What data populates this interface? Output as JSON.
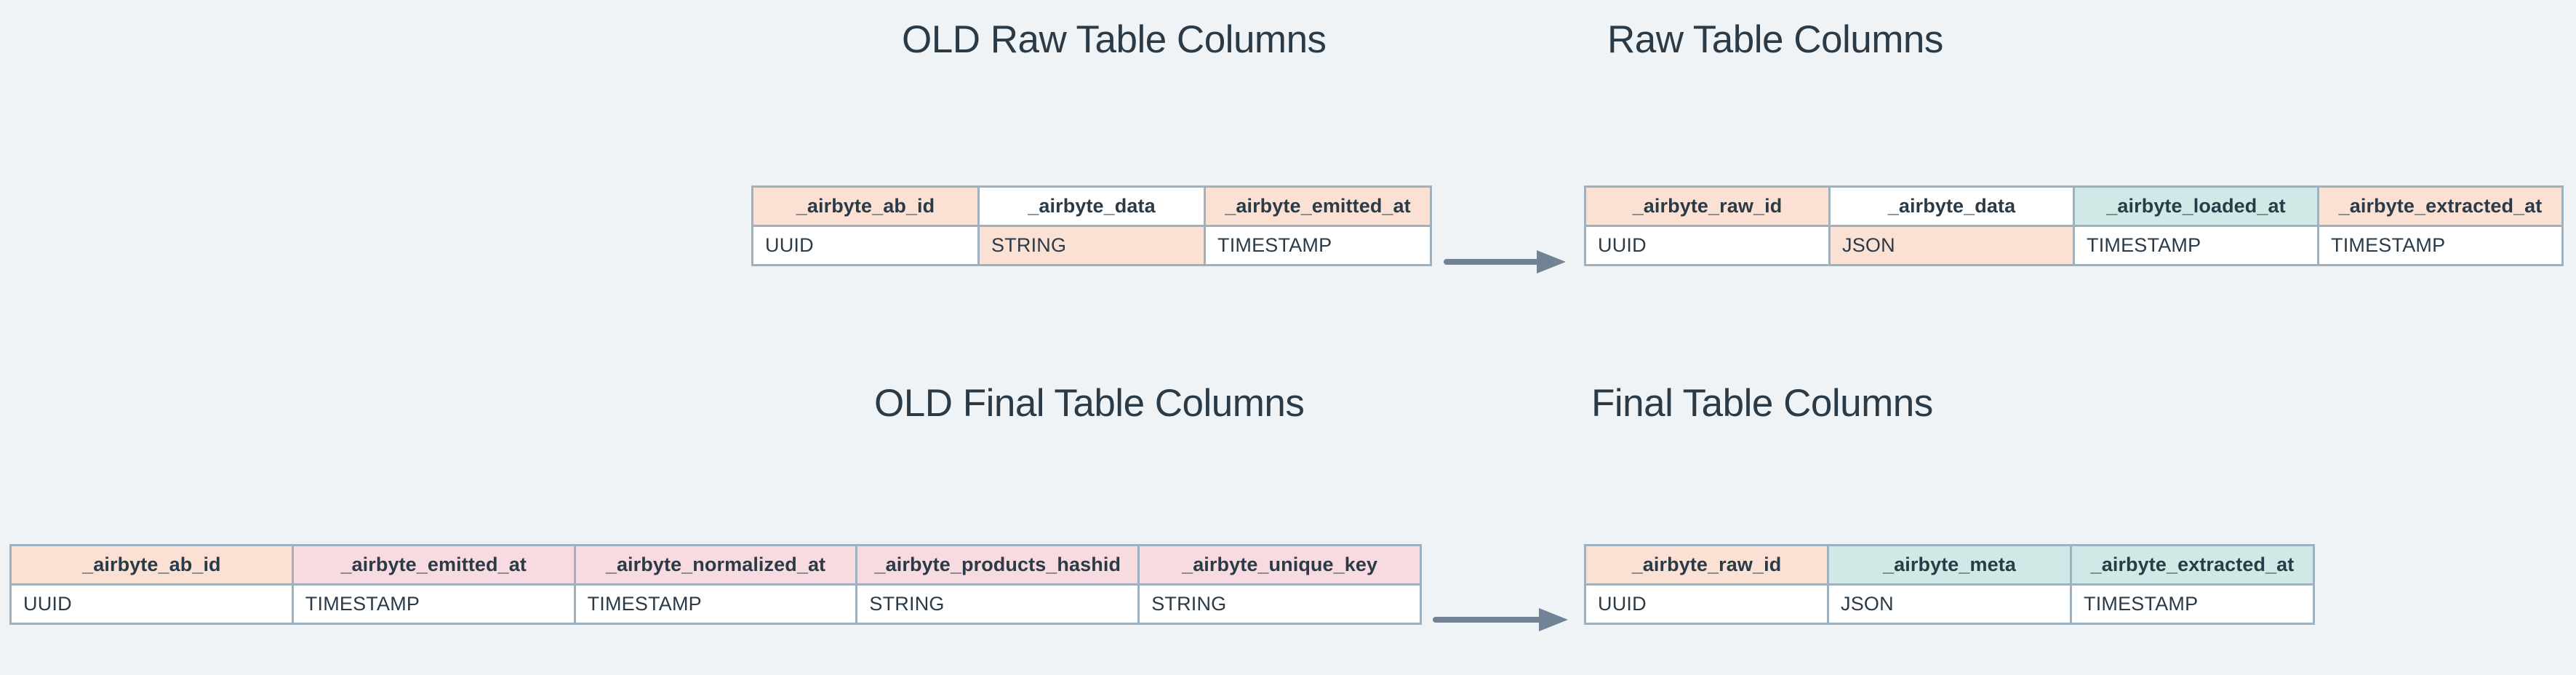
{
  "page": {
    "background_color": "#eff3f5",
    "text_color": "#2b3a47",
    "border_color": "#9fb0bf",
    "arrow_color": "#718394"
  },
  "palette": {
    "peach": "#fae1d4",
    "pink": "#f8dbe0",
    "teal": "#cfeae6",
    "white": "#ffffff"
  },
  "titles": {
    "old_raw": "OLD Raw Table Columns",
    "raw": "Raw Table Columns",
    "old_final": "OLD Final Table Columns",
    "final": "Final Table Columns"
  },
  "tables": {
    "old_raw": {
      "title": "OLD Raw Table Columns",
      "columns": [
        {
          "name": "_airbyte_ab_id",
          "type": "UUID",
          "header_fill": "peach",
          "cell_fill": "white"
        },
        {
          "name": "_airbyte_data",
          "type": "STRING",
          "header_fill": "white",
          "cell_fill": "peach"
        },
        {
          "name": "_airbyte_emitted_at",
          "type": "TIMESTAMP",
          "header_fill": "peach",
          "cell_fill": "white"
        }
      ]
    },
    "raw": {
      "title": "Raw Table Columns",
      "columns": [
        {
          "name": "_airbyte_raw_id",
          "type": "UUID",
          "header_fill": "peach",
          "cell_fill": "white"
        },
        {
          "name": "_airbyte_data",
          "type": "JSON",
          "header_fill": "white",
          "cell_fill": "peach"
        },
        {
          "name": "_airbyte_loaded_at",
          "type": "TIMESTAMP",
          "header_fill": "teal",
          "cell_fill": "white"
        },
        {
          "name": "_airbyte_extracted_at",
          "type": "TIMESTAMP",
          "header_fill": "peach",
          "cell_fill": "white"
        }
      ]
    },
    "old_final": {
      "title": "OLD Final Table Columns",
      "columns": [
        {
          "name": "_airbyte_ab_id",
          "type": "UUID",
          "header_fill": "peach",
          "cell_fill": "white"
        },
        {
          "name": "_airbyte_emitted_at",
          "type": "TIMESTAMP",
          "header_fill": "pink",
          "cell_fill": "white"
        },
        {
          "name": "_airbyte_normalized_at",
          "type": "TIMESTAMP",
          "header_fill": "pink",
          "cell_fill": "white"
        },
        {
          "name": "_airbyte_products_hashid",
          "type": "STRING",
          "header_fill": "pink",
          "cell_fill": "white"
        },
        {
          "name": "_airbyte_unique_key",
          "type": "STRING",
          "header_fill": "pink",
          "cell_fill": "white"
        }
      ]
    },
    "final": {
      "title": "Final Table Columns",
      "columns": [
        {
          "name": "_airbyte_raw_id",
          "type": "UUID",
          "header_fill": "peach",
          "cell_fill": "white"
        },
        {
          "name": "_airbyte_meta",
          "type": "JSON",
          "header_fill": "teal",
          "cell_fill": "white"
        },
        {
          "name": "_airbyte_extracted_at",
          "type": "TIMESTAMP",
          "header_fill": "teal",
          "cell_fill": "white"
        }
      ]
    }
  },
  "arrows": [
    {
      "id": "arrow-raw",
      "from": "old_raw",
      "to": "raw",
      "direction": "right"
    },
    {
      "id": "arrow-final",
      "from": "old_final",
      "to": "final",
      "direction": "right"
    }
  ]
}
